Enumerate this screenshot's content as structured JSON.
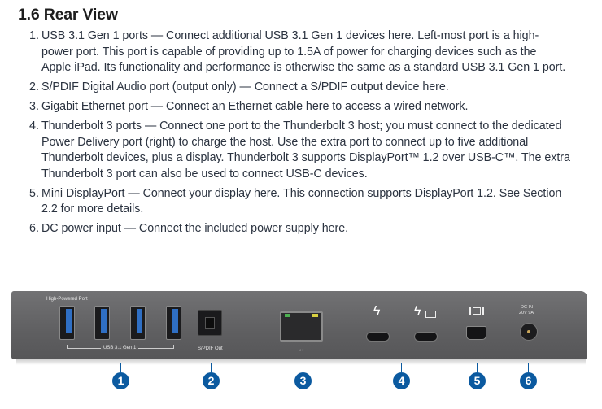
{
  "title": "1.6  Rear View",
  "items": [
    {
      "num": "1.",
      "lines": [
        "USB 3.1 Gen 1 ports — Connect additional USB 3.1 Gen 1 devices here. Left-most port is a high-",
        "power port. This port is capable of providing up to 1.5A of power for charging devices such as the",
        "Apple iPad. Its functionality and performance is otherwise the same as a standard USB 3.1 Gen 1 port."
      ]
    },
    {
      "num": "2.",
      "lines": [
        "S/PDIF Digital Audio port (output only) — Connect a S/PDIF output device here."
      ]
    },
    {
      "num": "3.",
      "lines": [
        "Gigabit Ethernet port — Connect an Ethernet cable here to access a wired network."
      ]
    },
    {
      "num": "4.",
      "lines": [
        "Thunderbolt 3 ports — Connect one port to the Thunderbolt 3 host; you must connect to the dedicated",
        "Power Delivery port (right) to charge the host. Use the extra port to connect up to five additional",
        "Thunderbolt devices, plus a display. Thunderbolt 3 supports DisplayPort™ 1.2 over USB-C™. The extra",
        "Thunderbolt 3 port can also be used to connect USB-C devices."
      ]
    },
    {
      "num": "5.",
      "lines": [
        "Mini DisplayPort — Connect your display here. This connection supports DisplayPort 1.2. See Section",
        "2.2 for more details."
      ]
    },
    {
      "num": "6.",
      "lines": [
        "DC power input — Connect the included power supply here."
      ]
    }
  ],
  "device": {
    "high_powered_label": "High-Powered Port",
    "usb_label": "USB 3.1 Gen 1",
    "spdif_label": "S/PDIF Out",
    "dc_label_1": "DC IN",
    "dc_label_2": "20V 9A",
    "ethernet_symbol": "↔",
    "callouts": [
      "1",
      "2",
      "3",
      "4",
      "5",
      "6"
    ],
    "accent": "#0b5aa0"
  }
}
